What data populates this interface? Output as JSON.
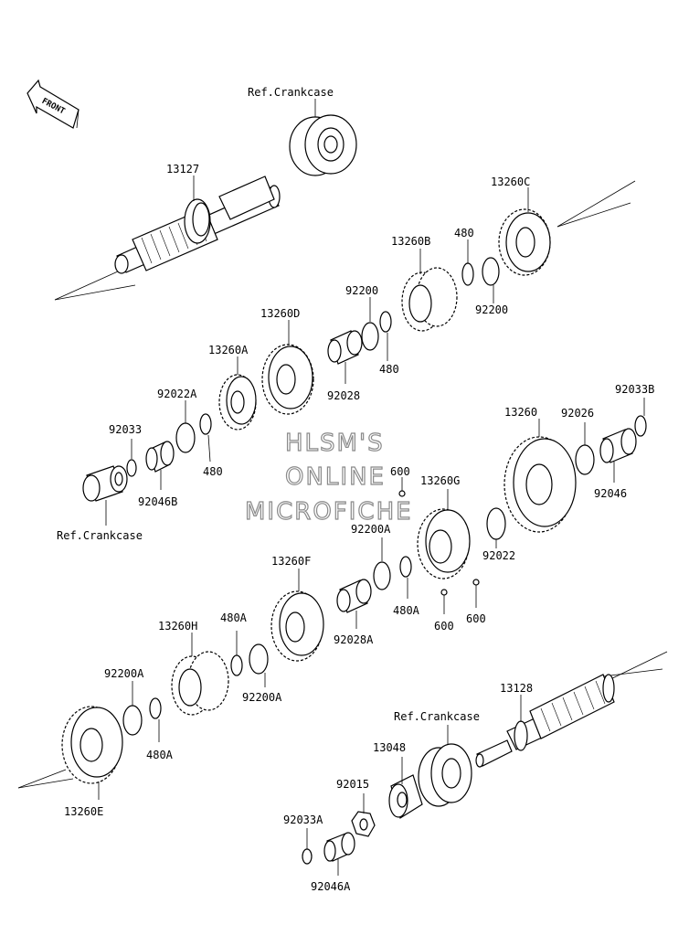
{
  "labels": {
    "ref_crankcase_top": "Ref.Crankcase",
    "ref_crankcase_left": "Ref.Crankcase",
    "ref_crankcase_bottom": "Ref.Crankcase",
    "p13127": "13127",
    "p13128": "13128",
    "p13260": "13260",
    "p13260A": "13260A",
    "p13260B": "13260B",
    "p13260C": "13260C",
    "p13260D": "13260D",
    "p13260E": "13260E",
    "p13260F": "13260F",
    "p13260G": "13260G",
    "p13260H": "13260H",
    "p480_a": "480",
    "p480_b": "480",
    "p480_c": "480",
    "p480A_a": "480A",
    "p480A_b": "480A",
    "p480A_c": "480A",
    "p92200_a": "92200",
    "p92200_b": "92200",
    "p92200A_a": "92200A",
    "p92200A_b": "92200A",
    "p92200A_c": "92200A",
    "p92028": "92028",
    "p92028A": "92028A",
    "p92022A": "92022A",
    "p92022": "92022",
    "p92033": "92033",
    "p92033A": "92033A",
    "p92033B": "92033B",
    "p92046": "92046",
    "p92046A": "92046A",
    "p92046B": "92046B",
    "p92026": "92026",
    "p92015": "92015",
    "p13048": "13048",
    "p600_a": "600",
    "p600_b": "600",
    "p600_c": "600",
    "front": "FRONT"
  },
  "watermark": {
    "line1": "HLSM'S",
    "line2": "ONLINE",
    "line3": "MICROFICHE"
  }
}
